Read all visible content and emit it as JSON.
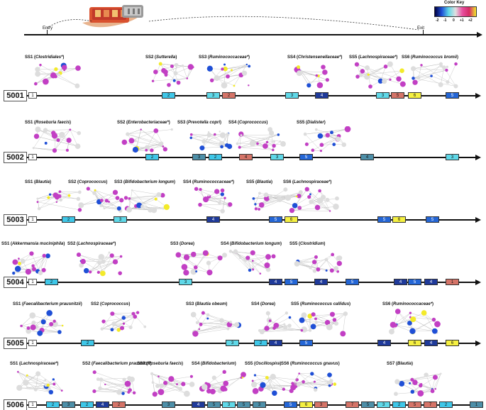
{
  "header": {
    "entry_label": "Entry",
    "exit_label": "Exit"
  },
  "color_key": {
    "title": "Color Key",
    "ticks": [
      "-2",
      "-1",
      "0",
      "+1",
      "+2"
    ]
  },
  "colors": {
    "seg_2": "#3fc7e8",
    "seg_3": "#5fd8e8",
    "seg_4": "#1f3a9a",
    "seg_5": "#2466d6",
    "seg_6": "#f5f041",
    "seg_red": "#d57468",
    "seg_teal": "#4d8fa8",
    "node_magenta": "#c23fc4",
    "node_blue": "#1f4fd6",
    "node_yellow": "#f3ea2a"
  },
  "rows": [
    {
      "id": "5001",
      "subsets": [
        {
          "tag": "SS1",
          "name": "Clostridiales*"
        },
        {
          "tag": "SS2",
          "name": "Sutterella"
        },
        {
          "tag": "SS3",
          "name": "Ruminococcaceae*"
        },
        {
          "tag": "SS4",
          "name": "Christensenellaceae*"
        },
        {
          "tag": "SS5",
          "name": "Lachnospiraceae*"
        },
        {
          "tag": "SS6",
          "name": "Ruminococcus bromii"
        }
      ],
      "segments": [
        "1",
        "2",
        "3",
        "2",
        "3",
        "4",
        "3",
        "5",
        "6",
        "5"
      ]
    },
    {
      "id": "5002",
      "subsets": [
        {
          "tag": "SS1",
          "name": "Roseburia faecis"
        },
        {
          "tag": "SS2",
          "name": "Enterobacteriaceae*"
        },
        {
          "tag": "SS3",
          "name": "Prevotella copri"
        },
        {
          "tag": "SS4",
          "name": "Coprococcus"
        },
        {
          "tag": "SS5",
          "name": "Dialister"
        }
      ],
      "segments": [
        "1",
        "2",
        "3",
        "2",
        "4",
        "3",
        "5",
        "4",
        "3"
      ]
    },
    {
      "id": "5003",
      "subsets": [
        {
          "tag": "SS1",
          "name": "Blautia"
        },
        {
          "tag": "SS2",
          "name": "Coprococcus"
        },
        {
          "tag": "SS3",
          "name": "Bifidobacterium longum"
        },
        {
          "tag": "SS4",
          "name": "Ruminococcaceae*"
        },
        {
          "tag": "SS5",
          "name": "Blautia"
        },
        {
          "tag": "SS6",
          "name": "Lachnospiraceae*"
        }
      ],
      "segments": [
        "1",
        "2",
        "3",
        "4",
        "5",
        "6",
        "5",
        "6",
        "5"
      ]
    },
    {
      "id": "5004",
      "subsets": [
        {
          "tag": "SS1",
          "name": "Akkermansia muciniphila"
        },
        {
          "tag": "SS2",
          "name": "Lachnospiraceae*"
        },
        {
          "tag": "SS3",
          "name": "Dorea"
        },
        {
          "tag": "SS4",
          "name": "Bifidobacterium longum"
        },
        {
          "tag": "SS5",
          "name": "Clostridium"
        }
      ],
      "segments": [
        "1",
        "2",
        "3",
        "4",
        "5",
        "4",
        "5",
        "4",
        "5",
        "4",
        "1"
      ]
    },
    {
      "id": "5005",
      "subsets": [
        {
          "tag": "SS1",
          "name": "Faecalibacterium prausnitzii"
        },
        {
          "tag": "SS2",
          "name": "Coprococcus"
        },
        {
          "tag": "SS3",
          "name": "Blautia obeum"
        },
        {
          "tag": "SS4",
          "name": "Dorea"
        },
        {
          "tag": "SS5",
          "name": "Ruminococcus callidus"
        },
        {
          "tag": "SS6",
          "name": "Ruminococcaceae*"
        }
      ],
      "segments": [
        "1",
        "2",
        "3",
        "2",
        "4",
        "5",
        "4",
        "6",
        "4",
        "6"
      ]
    },
    {
      "id": "5006",
      "subsets": [
        {
          "tag": "SS1",
          "name": "Lachnospiraceae*"
        },
        {
          "tag": "SS2",
          "name": "Faecalibacterium prausnitzii"
        },
        {
          "tag": "SS3",
          "name": "Roseburia faecis"
        },
        {
          "tag": "SS4",
          "name": "Bifidobacterium"
        },
        {
          "tag": "SS5",
          "name": "Oscillospira"
        },
        {
          "tag": "SS6",
          "name": "Ruminococcus gnavus"
        },
        {
          "tag": "SS7",
          "name": "Blautia"
        }
      ],
      "segments": [
        "1",
        "2",
        "3",
        "2",
        "4",
        "2",
        "3",
        "4",
        "5",
        "3",
        "5",
        "3",
        "5",
        "6",
        "3",
        "7",
        "5",
        "3",
        "2",
        "5",
        "7",
        "2",
        "1"
      ]
    }
  ]
}
